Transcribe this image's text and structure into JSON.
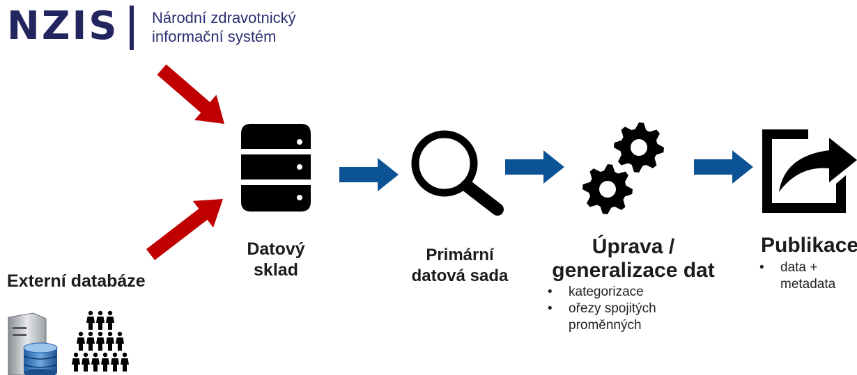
{
  "logo": {
    "wordmark": "NZIS",
    "subtitle_line1": "Národní zdravotnický",
    "subtitle_line2": "informační systém"
  },
  "sources": {
    "external_label": "Externí databáze",
    "icons": [
      "server-database-icon",
      "population-icon"
    ]
  },
  "stages": [
    {
      "id": "warehouse",
      "title_lines": [
        "Datový",
        "sklad"
      ],
      "icon": "database-icon",
      "bullets": []
    },
    {
      "id": "primary",
      "title_lines": [
        "Primární",
        "datová sada"
      ],
      "icon": "magnifier-icon",
      "bullets": []
    },
    {
      "id": "edit",
      "title_lines": [
        "Úprava /",
        "generalizace dat"
      ],
      "icon": "gears-icon",
      "bullets": [
        "kategorizace",
        "ořezy spojitých proměnných"
      ]
    },
    {
      "id": "publish",
      "title_lines": [
        "Publikace"
      ],
      "icon": "share-icon",
      "bullets": [
        "data + metadata"
      ]
    }
  ],
  "colors": {
    "input_arrow": "#c00000",
    "flow_arrow": "#0b5394",
    "logo": "#23255f",
    "icon": "#000000"
  }
}
